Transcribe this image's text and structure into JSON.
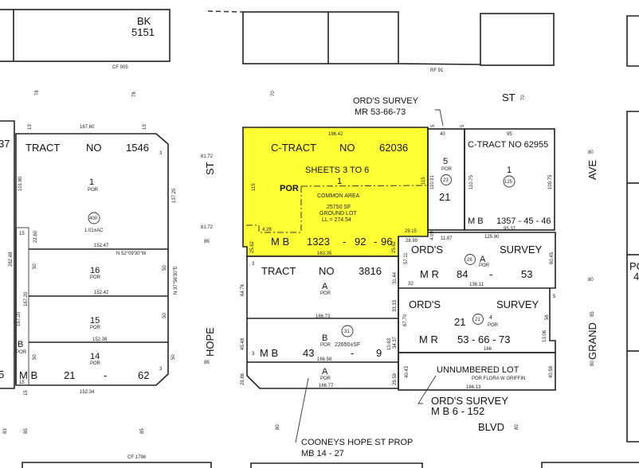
{
  "map": {
    "book_label": "BK",
    "book_number": "5151",
    "highlight_color": "#ffff33",
    "line_color": "#222222"
  },
  "refs": {
    "cf_905": "CF 905",
    "rf_91": "RF 91",
    "cf_1796": "CF 1796"
  },
  "streets": {
    "st_top": "ST",
    "st_left": "ST",
    "hope": "HOPE",
    "blvd": "BLVD",
    "ave": "AVE",
    "grand": "GRAND",
    "w78a": "78",
    "w78b": "78",
    "w70a": "70",
    "w70b": "70",
    "w8172a": "81.72",
    "w8172b": "81.72",
    "w86a": "86",
    "w86b": "86",
    "w80a": "80",
    "w80b": "80",
    "w80c": "80",
    "w85a": "85",
    "w85b": "85",
    "w83": "83",
    "w80d": "80"
  },
  "ords_top": {
    "title": "ORD'S SURVEY",
    "ref": "MR 53-66-73"
  },
  "tract_1546": {
    "title": "TRACT",
    "no": "NO",
    "number": "1546",
    "ref_mb": "M B",
    "ref_a": "21",
    "ref_dash": "-",
    "ref_b": "62",
    "lot1": "1",
    "lot1_por": "POR",
    "parcel": "400",
    "area": "1.01±AC",
    "lot16": "16",
    "lot15": "15",
    "lot14": "14",
    "por": "POR",
    "lotB": "B",
    "d_top": "167.60",
    "d_13a": "13",
    "d_13b": "13",
    "d_3a": "3",
    "d_3b": "3",
    "d_10180": "101.80",
    "d_13720": "137.20",
    "d_15a": "15",
    "d_15b": "15",
    "d_15c": "15",
    "d_2260": "22.60",
    "d_28248": "282.48",
    "d_16720a": "167.20",
    "d_16720b": "167.20",
    "d_15247": "152.47",
    "d_15242": "152.42",
    "d_15238": "152.38",
    "d_15234": "152.34",
    "bearing_w": "N 52°09'30\"W",
    "bearing_e": "N 37°56'30\"E",
    "d_50": "50",
    "left_37": "37",
    "left_5": "5"
  },
  "c_tract_62036": {
    "title": "C-TRACT",
    "no": "NO",
    "number": "62036",
    "sheets": "SHEETS 3 TO 6",
    "lot": "1",
    "por": "POR",
    "common": "COMMON AREA",
    "sf": "25750 SF",
    "ground": "GROUND LOT",
    "ll": "LL = 274.54",
    "mb": "M B",
    "ref_a": "1323",
    "dash": "-",
    "ref_b": "92",
    "ref_c": "96",
    "d_top": "196.42",
    "d_115a": "115",
    "d_115b": "115",
    "d_428": "4.28",
    "d_2915": "29.15",
    "d_2562a": "25.62",
    "d_2562b": "25.62",
    "d_16335": "163.35"
  },
  "lot5": {
    "lot": "5",
    "por": "POR",
    "parcel": "23",
    "block": "21",
    "d_40": "40",
    "d_11091": "110.91",
    "d_5a": "5",
    "d_5b": "5"
  },
  "c_tract_62955": {
    "title": "C-TRACT NO 62955",
    "lot": "1",
    "parcel": "125",
    "mb": "M B",
    "ref": "1357 - 45 - 46",
    "d_95": "95",
    "d_11075": "110.75",
    "d_10975": "109.75",
    "d_9537": "95.37"
  },
  "ords_26": {
    "ords": "ORD'S",
    "survey": "SURVEY",
    "parcel": "26",
    "lot": "A",
    "por": "POR",
    "mr": "M R",
    "ref_a": "84",
    "dash": "-",
    "ref_b": "53",
    "d_2899": "28.99",
    "d_409": "4.09",
    "d_1187": "11.87",
    "d_12590": "125.90",
    "d_5711": "57.11",
    "d_6045": "60.45",
    "d_32": "32",
    "d_13611": "136.11"
  },
  "ords_21": {
    "ords": "ORD'S",
    "survey": "SURVEY",
    "block": "21",
    "parcel": "21",
    "lot": "4",
    "por": "POR",
    "mr": "M R",
    "ref": "53 - 66 - 73",
    "d_6770": "67.70",
    "d_56": "56",
    "d_1306": "13.06",
    "d_166": "166",
    "d_5": "5"
  },
  "unnumbered": {
    "title": "UNNUMBERED LOT",
    "owner": "POR   FLORA W GRIFFIN",
    "d_4043": "40.43",
    "d_4058": "40.58",
    "d_16613": "166.13"
  },
  "ords_bottom": {
    "title": "ORD'S SURVEY",
    "ref": "M B   6 - 152"
  },
  "tract_3816": {
    "title": "TRACT",
    "no": "NO",
    "number": "3816",
    "lotA": "A",
    "por": "POR",
    "lotB": "B",
    "parcel": "31",
    "area": "22650±SF",
    "mb": "M B",
    "ref_a": "43",
    "dash": "-",
    "ref_b": "9",
    "d_3a": "3",
    "d_3b": "3",
    "d_6476": "64.76",
    "d_3144": "31.44",
    "d_3333": "33.33",
    "d_16673": "166.73",
    "d_4548": "45.48",
    "d_1063": "10.63",
    "d_3437": "34.37",
    "d_16658": "166.58",
    "d_2986": "29.86",
    "d_2959": "29.59",
    "d_16677": "166.77"
  },
  "cooneys": {
    "title": "COONEYS HOPE ST PROP",
    "ref": "MB  14 - 27"
  },
  "right_edge": {
    "por": "PO",
    "num": "4"
  }
}
